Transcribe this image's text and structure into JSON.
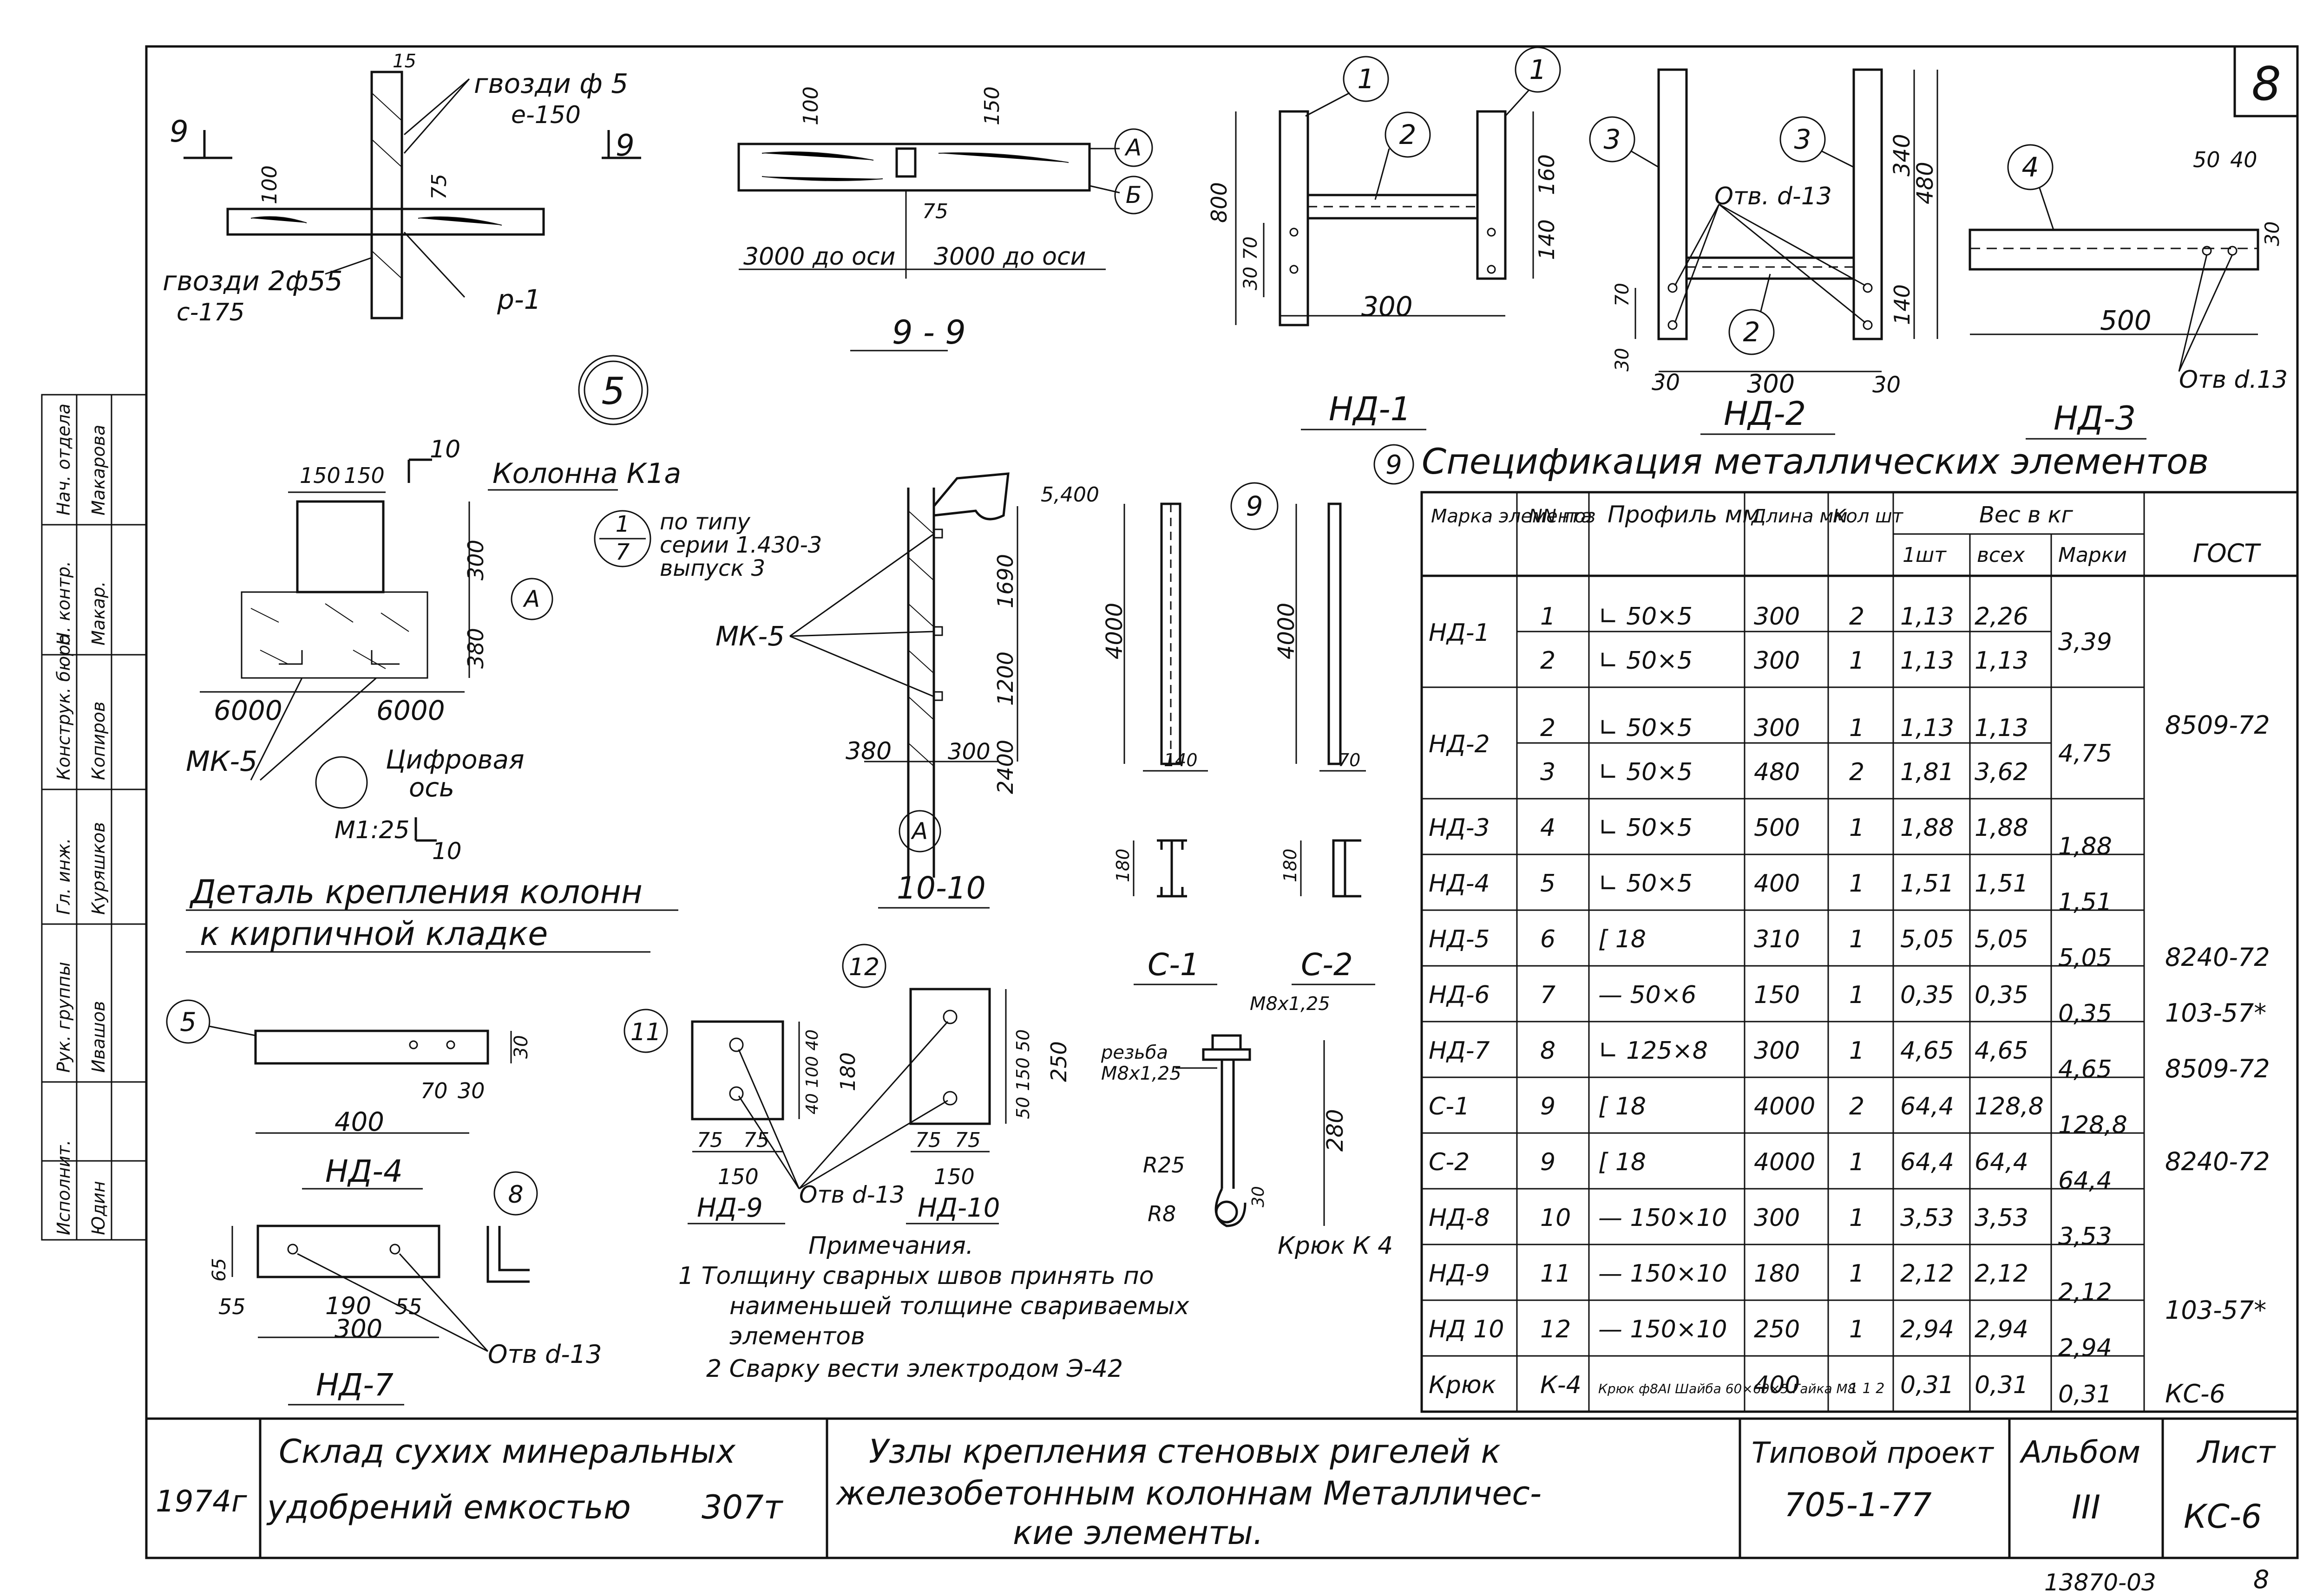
{
  "sheet": {
    "sheet_number": "8",
    "bottom_code": "13870-03",
    "bottom_page": "8"
  },
  "side_stamp": [
    {
      "role": "Нач. отдела",
      "name": "Макарова"
    },
    {
      "role": "Н. контр.",
      "name": "Макар."
    },
    {
      "role": "Конструк. бюро",
      "name": "Копиров"
    },
    {
      "role": "Гл. инж.",
      "name": "Куряшков"
    },
    {
      "role": "Рук. группы",
      "name": "Ивашов"
    },
    {
      "role": "Исполнит.",
      "name": "Юдин"
    }
  ],
  "details": {
    "d9_nails_top": "гвозди ф 5",
    "d9_nails_top_step": "е-150",
    "d9_nails_bottom": "гвозди 2ф55",
    "d9_nails_bottom_step": "с-175",
    "d9_dim_15": "15",
    "d9_dim_100": "100",
    "d9_dim_75": "75",
    "d9_p1": "р-1",
    "d9_mark_left": "9",
    "d9_mark_right": "9",
    "s99_dim_100": "100",
    "s99_dim_150": "150",
    "s99_dim_75": "75",
    "s99_axis_left": "3000 до оси",
    "s99_axis_right": "3000 до оси",
    "s99_axis_a": "А",
    "s99_axis_b": "Б",
    "s99_title": "9 - 9",
    "circle_5": "5",
    "nd1_pos_1a": "1",
    "nd1_pos_1b": "1",
    "nd1_pos_2": "2",
    "nd1_dim_800": "800",
    "nd1_dim_70": "70",
    "nd1_dim_30": "30",
    "nd1_dim_160": "160",
    "nd1_dim_140": "140",
    "nd1_dim_300": "300",
    "nd1_title": "НД-1",
    "nd2_pos_3a": "3",
    "nd2_pos_3b": "3",
    "nd2_pos_2": "2",
    "nd2_holes": "Отв. d-13",
    "nd2_dim_340": "340",
    "nd2_dim_480": "480",
    "nd2_dim_140": "140",
    "nd2_dim_70": "70",
    "nd2_dim_30a": "30",
    "nd2_dim_30b": "30",
    "nd2_dim_300": "300",
    "nd2_dim_30c": "30",
    "nd2_title": "НД-2",
    "nd3_pos_4": "4",
    "nd3_dim_50": "50",
    "nd3_dim_40": "40",
    "nd3_dim_30": "30",
    "nd3_dim_500": "500",
    "nd3_holes": "Отв d.13",
    "nd3_title": "НД-3",
    "col_dim_150a": "150",
    "col_dim_150b": "150",
    "col_mark_10": "10",
    "col_label": "Колонна К1а",
    "col_dim_300": "300",
    "col_dim_380": "380",
    "col_axis_a": "А",
    "col_dim_6000a": "6000",
    "col_dim_6000b": "6000",
    "col_mk5": "МК-5",
    "col_digit_axis": "Цифровая",
    "col_digit_axis2": "ось",
    "col_scale": "М1:25",
    "col_mark_10b": "10",
    "ref_num": "1",
    "ref_den": "7",
    "ref_text1": "по типу",
    "ref_text2": "серии 1.430-3",
    "ref_text3": "выпуск 3",
    "main_title1": "Деталь крепления колонн",
    "main_title2": "к кирпичной кладке",
    "s10_elev": "5,400",
    "s10_dim_1690": "1690",
    "s10_dim_1200": "1200",
    "s10_dim_2400": "2400",
    "s10_dim_380": "380",
    "s10_dim_300": "300",
    "s10_mk5": "МК-5",
    "s10_axis_a": "А",
    "s10_title": "10-10",
    "c1_dim_4000": "4000",
    "c1_dim_140": "140",
    "c1_dim_180": "180",
    "c1_title": "С-1",
    "c2_pos_9": "9",
    "c2_dim_4000": "4000",
    "c2_dim_70": "70",
    "c2_dim_180": "180",
    "c2_title": "С-2",
    "nd4_pos_5": "5",
    "nd4_dim_30": "30",
    "nd4_dim_70": "70",
    "nd4_dim_30b": "30",
    "nd4_dim_400": "400",
    "nd4_title": "НД-4",
    "nd9_pos_11": "11",
    "nd9_dims_v": "40 100 40",
    "nd9_dim_180": "180",
    "nd9_dim_75a": "75",
    "nd9_dim_75b": "75",
    "nd9_dim_150": "150",
    "nd9_holes": "Отв d-13",
    "nd9_title": "НД-9",
    "nd10_pos_12": "12",
    "nd10_dims_v": "50 150 50",
    "nd10_dim_250": "250",
    "nd10_dim_75a": "75",
    "nd10_dim_75b": "75",
    "nd10_dim_150": "150",
    "nd10_title": "НД-10",
    "hook_thread": "резьба",
    "hook_thread2": "М8х1,25",
    "hook_top": "М8х1,25",
    "hook_r25": "R25",
    "hook_r8": "R8",
    "hook_dim_280": "280",
    "hook_dim_30": "30",
    "hook_title": "Крюк К 4",
    "nd7_pos_8": "8",
    "nd7_dim_65": "65",
    "nd7_dim_55a": "55",
    "nd7_dim_190": "190",
    "nd7_dim_55b": "55",
    "nd7_dim_300": "300",
    "nd7_holes": "Отв d-13",
    "nd7_title": "НД-7"
  },
  "notes": {
    "heading": "Примечания.",
    "line1": "1 Толщину сварных швов принять по",
    "line2": "наименьшей толщине свариваемых",
    "line3": "элементов",
    "line4": "2 Сварку вести электродом Э-42"
  },
  "spec": {
    "circle": "9",
    "title": "Спецификация металлических элементов",
    "headers": {
      "mark": "Марка элемента",
      "pos": "NN поз",
      "profile": "Профиль мм",
      "length": "Длина мм",
      "qty": "Кол шт",
      "weight": "Вес в кг",
      "w1": "1шт",
      "wall": "всех",
      "wmark": "Марки",
      "gost": "ГОСТ"
    },
    "rows": [
      [
        "НД-1",
        "1",
        "∟ 50×5",
        "300",
        "2",
        "1,13",
        "2,26"
      ],
      [
        "",
        "2",
        "∟ 50×5",
        "300",
        "1",
        "1,13",
        "1,13"
      ],
      [
        "НД-2",
        "2",
        "∟ 50×5",
        "300",
        "1",
        "1,13",
        "1,13"
      ],
      [
        "",
        "3",
        "∟ 50×5",
        "480",
        "2",
        "1,81",
        "3,62"
      ],
      [
        "НД-3",
        "4",
        "∟ 50×5",
        "500",
        "1",
        "1,88",
        "1,88"
      ],
      [
        "НД-4",
        "5",
        "∟ 50×5",
        "400",
        "1",
        "1,51",
        "1,51"
      ],
      [
        "НД-5",
        "6",
        "[ 18",
        "310",
        "1",
        "5,05",
        "5,05"
      ],
      [
        "НД-6",
        "7",
        "— 50×6",
        "150",
        "1",
        "0,35",
        "0,35"
      ],
      [
        "НД-7",
        "8",
        "∟ 125×8",
        "300",
        "1",
        "4,65",
        "4,65"
      ],
      [
        "С-1",
        "9",
        "[ 18",
        "4000",
        "2",
        "64,4",
        "128,8"
      ],
      [
        "С-2",
        "9",
        "[ 18",
        "4000",
        "1",
        "64,4",
        "64,4"
      ],
      [
        "НД-8",
        "10",
        "— 150×10",
        "300",
        "1",
        "3,53",
        "3,53"
      ],
      [
        "НД-9",
        "11",
        "— 150×10",
        "180",
        "1",
        "2,12",
        "2,12"
      ],
      [
        "НД 10",
        "12",
        "— 150×10",
        "250",
        "1",
        "2,94",
        "2,94"
      ],
      [
        "Крюк",
        "К-4",
        "Крюк ф8АI Шайба 60×60×5 Гайка М8",
        "400",
        "1 1 2",
        "0,31",
        "0,31"
      ]
    ],
    "mark_weights": [
      "3,39",
      "4,75",
      "1,88",
      "1,51",
      "5,05",
      "0,35",
      "4,65",
      "128,8",
      "64,4",
      "3,53",
      "2,12",
      "2,94",
      "0,31"
    ],
    "gosts": [
      "8509-72",
      "8240-72",
      "103-57*",
      "8509-72",
      "8240-72",
      "103-57*",
      "КС-6"
    ]
  },
  "title_block": {
    "year": "1974г",
    "object_line1": "Склад сухих минеральных",
    "object_line2": "удобрений емкостью",
    "object_capacity": "307т",
    "title_line1": "Узлы крепления стеновых ригелей к",
    "title_line2": "железобетонным колоннам Металличес-",
    "title_line3": "кие элементы.",
    "project_label": "Типовой проект",
    "project_value": "705-1-77",
    "album_label": "Альбом",
    "album_value": "III",
    "sheet_label": "Лист",
    "sheet_value": "КС-6"
  }
}
